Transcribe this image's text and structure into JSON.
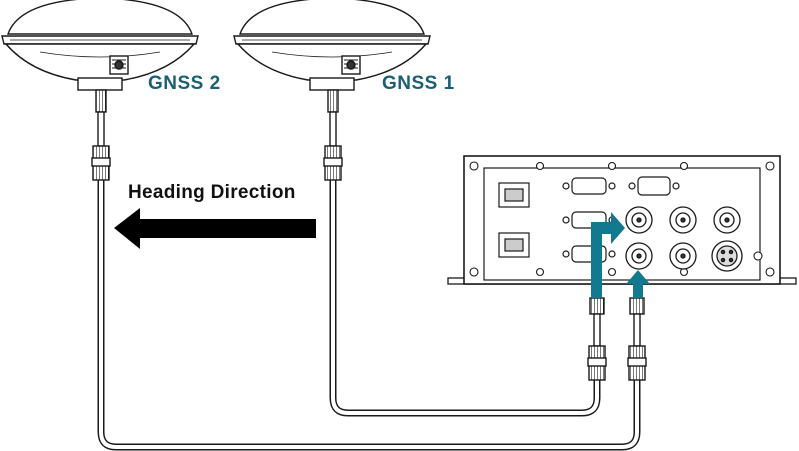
{
  "labels": {
    "gnss2": "GNSS 2",
    "gnss1": "GNSS 1",
    "heading": "Heading Direction"
  },
  "colors": {
    "gnss_label": "#1b5f74",
    "signal_arrow": "#13798f",
    "heading_arrow": "#000000",
    "line": "#1a1a1a",
    "cable_fill": "#ffffff"
  },
  "icons": {
    "antenna": "gnss-antenna-icon",
    "receiver": "receiver-unit-icon",
    "heading_arrow": "heading-arrow-icon"
  }
}
